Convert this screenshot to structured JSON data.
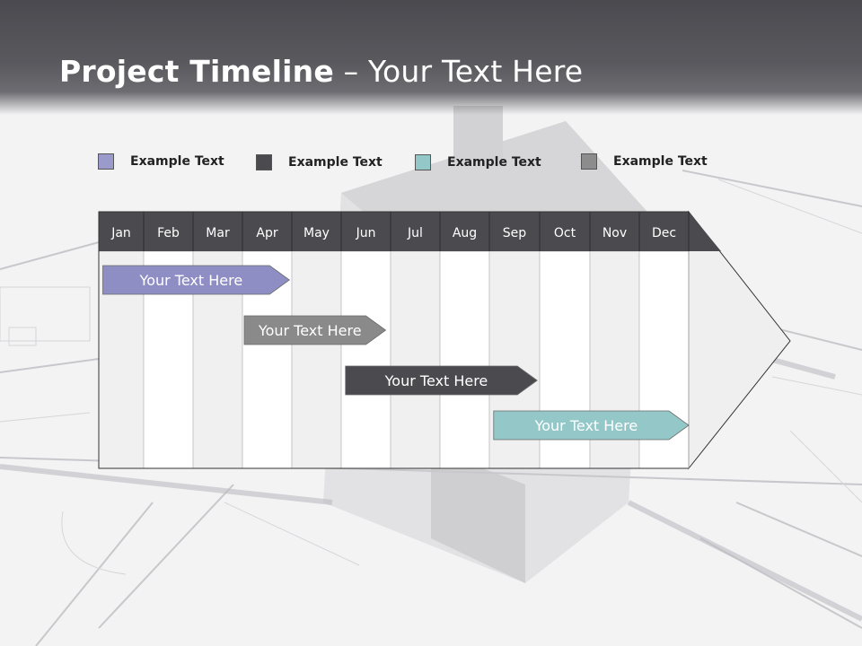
{
  "header": {
    "title_bold": "Project Timeline",
    "title_rest": " – Your Text Here"
  },
  "legend": [
    {
      "label": "Example Text",
      "color": "#9b9bcb"
    },
    {
      "label": "Example Text",
      "color": "#4b4a4f"
    },
    {
      "label": "Example Text",
      "color": "#94c8c8"
    },
    {
      "label": "Example Text",
      "color": "#8c8c8c"
    }
  ],
  "timeline": {
    "months": [
      "Jan",
      "Feb",
      "Mar",
      "Apr",
      "May",
      "Jun",
      "Jul",
      "Aug",
      "Sep",
      "Oct",
      "Nov",
      "Dec"
    ],
    "header_color": "#4b4a4f",
    "tasks": [
      {
        "label": "Your  Text Here",
        "start_month": 0.05,
        "end_month": 3.95,
        "color": "#8e8ec5"
      },
      {
        "label": "Your  Text Here",
        "start_month": 3.0,
        "end_month": 5.9,
        "color": "#8a8a8a"
      },
      {
        "label": "Your  Text Here",
        "start_month": 5.05,
        "end_month": 8.95,
        "color": "#4b4a4f"
      },
      {
        "label": "Your  Text Here",
        "start_month": 8.05,
        "end_month": 12.0,
        "color": "#94c8c8"
      }
    ]
  }
}
